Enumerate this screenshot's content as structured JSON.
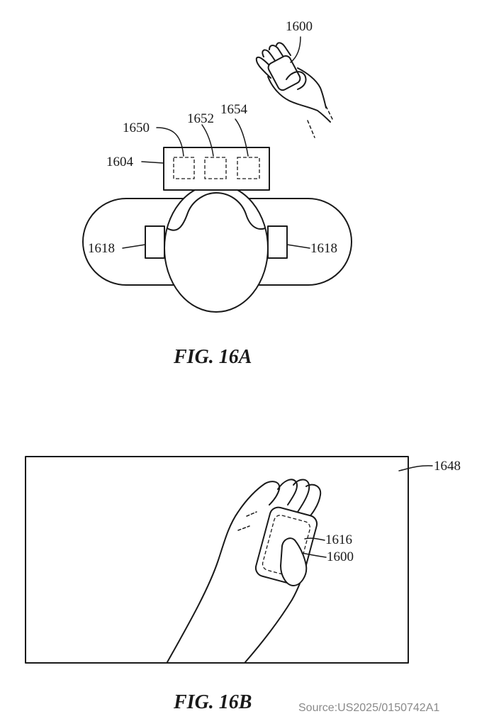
{
  "fig_a": {
    "caption": "FIG. 16A",
    "labels": {
      "device": "1600",
      "display": "1604",
      "comp_1650": "1650",
      "comp_1652": "1652",
      "comp_1654": "1654",
      "sensor_left": "1618",
      "sensor_right": "1618"
    }
  },
  "fig_b": {
    "caption": "FIG. 16B",
    "labels": {
      "view": "1648",
      "outline": "1616",
      "device": "1600"
    }
  },
  "source": "Source:US2025/0150742A1"
}
